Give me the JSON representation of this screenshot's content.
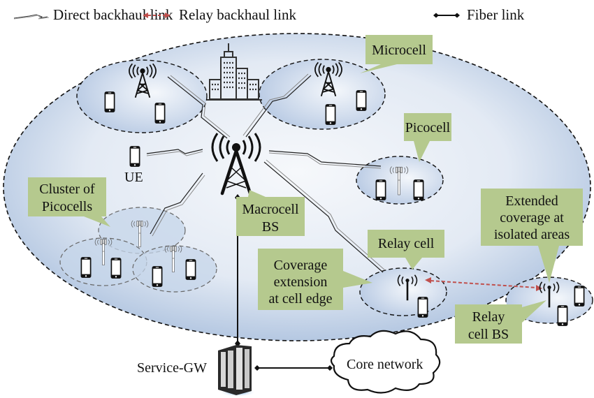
{
  "legend": {
    "direct": "Direct backhaul link",
    "relay": "Relay backhaul link",
    "fiber": "Fiber link"
  },
  "labels": {
    "microcell": "Microcell",
    "picocell": "Picocell",
    "ue": "UE",
    "cluster_line1": "Cluster of",
    "cluster_line2": "Picocells",
    "macro_line1": "Macrocell",
    "macro_line2": "BS",
    "relay_cell": "Relay cell",
    "coverage_line1": "Coverage",
    "coverage_line2": "extension",
    "coverage_line3": "at cell edge",
    "extended_line1": "Extended",
    "extended_line2": "coverage at",
    "extended_line3": "isolated areas",
    "relay_bs_line1": "Relay",
    "relay_bs_line2": "cell BS",
    "service_gw": "Service-GW",
    "core_network": "Core network"
  },
  "colors": {
    "callout": "#b5c98e",
    "relay_link": "#c0504d",
    "cell_fill": "#c9d6ea"
  }
}
